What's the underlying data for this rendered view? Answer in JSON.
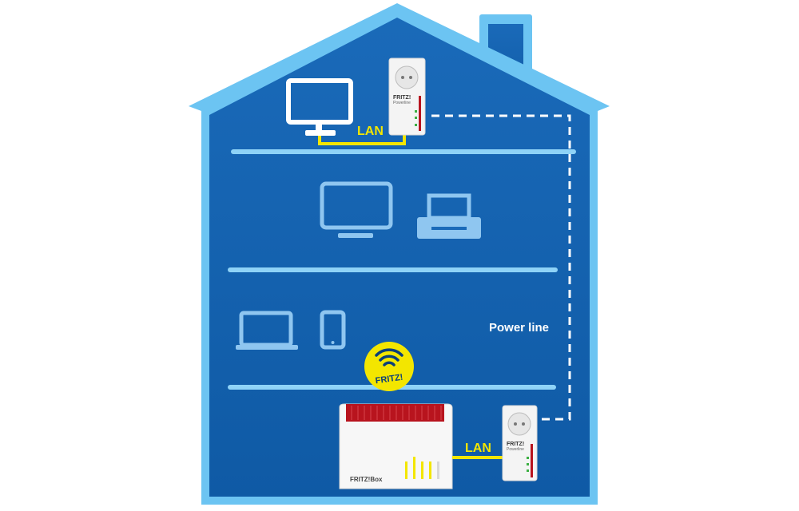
{
  "diagram": {
    "labels": {
      "lan_top": "LAN",
      "lan_bottom": "LAN",
      "power_line": "Power line",
      "fritz_badge": "FRITZ!"
    },
    "devices": {
      "adapter_top": {
        "brand": "FRITZ!",
        "model": "Powerline"
      },
      "adapter_bottom": {
        "brand": "FRITZ!",
        "model": "Powerline"
      },
      "router": {
        "brand": "FRITZ!Box"
      }
    },
    "colors": {
      "house_fill": "#1e6fc0",
      "house_outline": "#6cc4f2",
      "floor_line": "#8fd3f7",
      "device_icon": "#8fc6f0",
      "lan_cable": "#f3e600",
      "power_line": "#ffffff",
      "router_red": "#b8141e",
      "badge_yellow": "#f3e600"
    },
    "icons": [
      "monitor-icon",
      "tv-icon",
      "printer-icon",
      "laptop-icon",
      "smartphone-icon",
      "wifi-icon"
    ]
  }
}
